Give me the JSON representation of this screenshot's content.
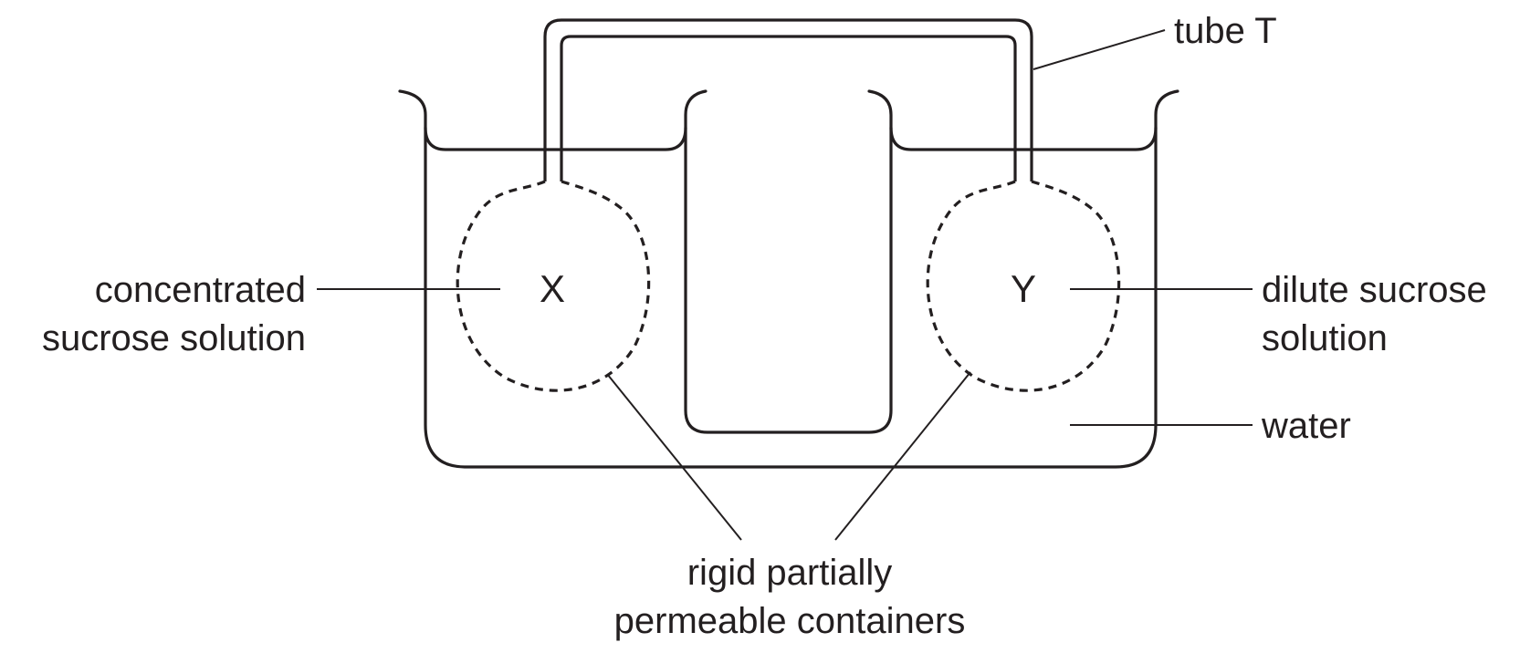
{
  "labels": {
    "tube": "tube T",
    "conc_line1": "concentrated",
    "conc_line2": "sucrose solution",
    "dilute_line1": "dilute sucrose",
    "dilute_line2": "solution",
    "water": "water",
    "containers_line1": "rigid partially",
    "containers_line2": "permeable containers",
    "x": "X",
    "y": "Y"
  },
  "colors": {
    "ink": "#231f20",
    "background": "#ffffff"
  }
}
